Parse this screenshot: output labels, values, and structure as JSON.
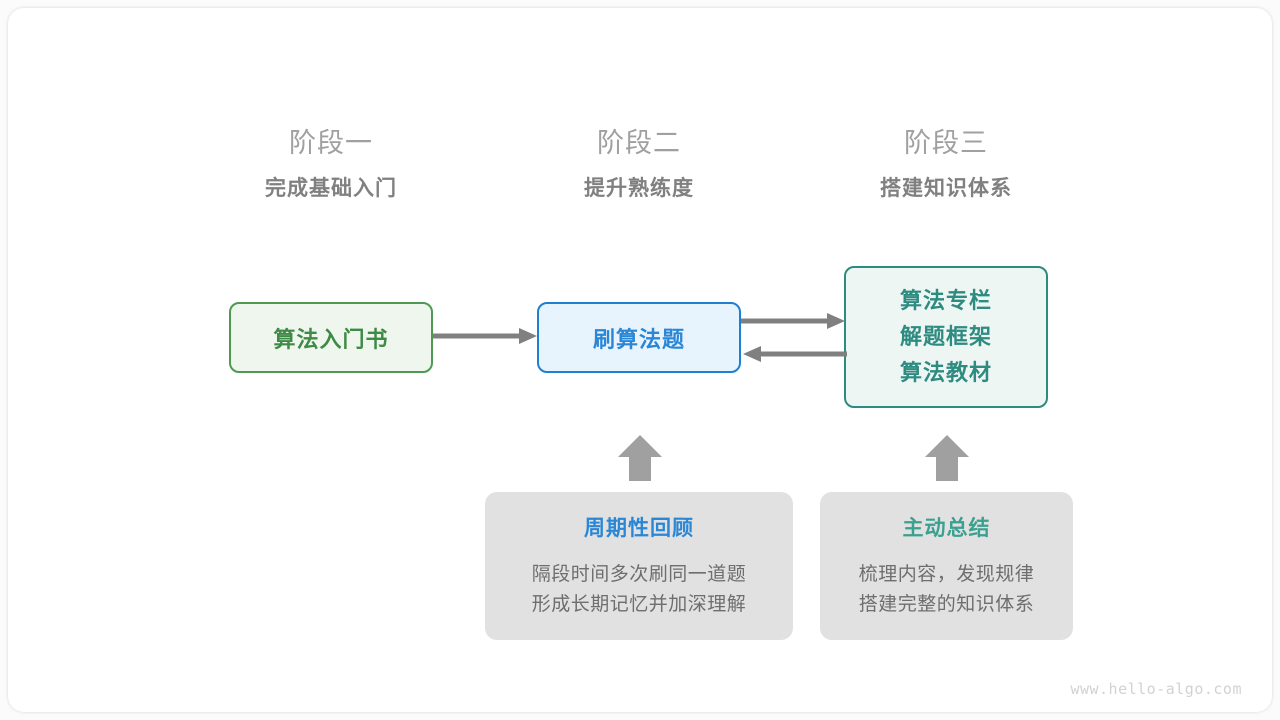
{
  "diagram": {
    "background_color": "#ffffff",
    "stages": [
      {
        "label": "阶段一",
        "title": "完成基础入门"
      },
      {
        "label": "阶段二",
        "title": "提升熟练度"
      },
      {
        "label": "阶段三",
        "title": "搭建知识体系"
      }
    ],
    "nodes": [
      {
        "id": "intro-book",
        "text": "算法入门书",
        "fill": "#eef6ee",
        "border": "#4e9a54",
        "text_color": "#3f8a46"
      },
      {
        "id": "practice-problems",
        "text": "刷算法题",
        "fill": "#e8f4fd",
        "border": "#1f7fd0",
        "text_color": "#2b87d6"
      },
      {
        "id": "knowledge-sources",
        "lines": [
          "算法专栏",
          "解题框架",
          "算法教材"
        ],
        "fill": "#eef6f4",
        "border": "#2e8b80",
        "text_color": "#2e8b80"
      }
    ],
    "notes": [
      {
        "id": "periodic-review",
        "title": "周期性回顾",
        "title_color": "#2b87d6",
        "lines": [
          "隔段时间多次刷同一道题",
          "形成长期记忆并加深理解"
        ],
        "fill": "#e1e1e1"
      },
      {
        "id": "active-summary",
        "title": "主动总结",
        "title_color": "#3aa08f",
        "lines": [
          "梳理内容，发现规律",
          "搭建完整的知识体系"
        ],
        "fill": "#e1e1e1"
      }
    ],
    "arrows": [
      {
        "id": "book-to-practice",
        "direction": "right",
        "color": "#808080"
      },
      {
        "id": "practice-to-sources",
        "direction": "right",
        "color": "#808080"
      },
      {
        "id": "sources-to-practice",
        "direction": "left",
        "color": "#808080"
      },
      {
        "id": "review-to-practice",
        "direction": "up",
        "color": "#a0a0a0"
      },
      {
        "id": "summary-to-sources",
        "direction": "up",
        "color": "#a0a0a0"
      }
    ],
    "watermark": "www.hello-algo.com"
  }
}
